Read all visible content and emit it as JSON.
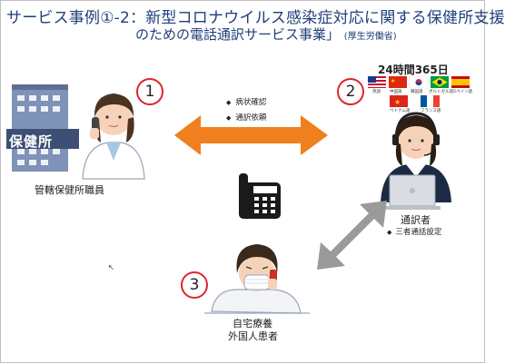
{
  "title": "サービス事例①-2：新型コロナウイルス感染症対応に関する保健所支援",
  "subtitle": "のための電話通訳サービス事業」",
  "subtitle_note": "(厚生労働省)",
  "numbers": [
    "1",
    "2",
    "3"
  ],
  "building_sign": "保健所",
  "labels": {
    "health_center_staff": "管轄保健所職員",
    "interpreter": "通訳者",
    "three_way": "三者通話設定",
    "patient_line1": "自宅療養",
    "patient_line2": "外国人患者"
  },
  "bullets": [
    "病状確認",
    "通訳依頼"
  ],
  "hours": "24時間365日",
  "flag_captions": [
    "英語",
    "中国語",
    "韓国語",
    "ポルトガル語",
    "スペイン語",
    "ベトナム語",
    "フランス語"
  ],
  "colors": {
    "title": "#1f3f7a",
    "circle_border": "#e0242c",
    "arrow_orange": "#f07f1e",
    "arrow_gray": "#9a9a9a"
  },
  "icons": [
    "building-icon",
    "nurse-icon",
    "phone-icon",
    "operator-icon",
    "laptop-icon",
    "patient-icon"
  ]
}
